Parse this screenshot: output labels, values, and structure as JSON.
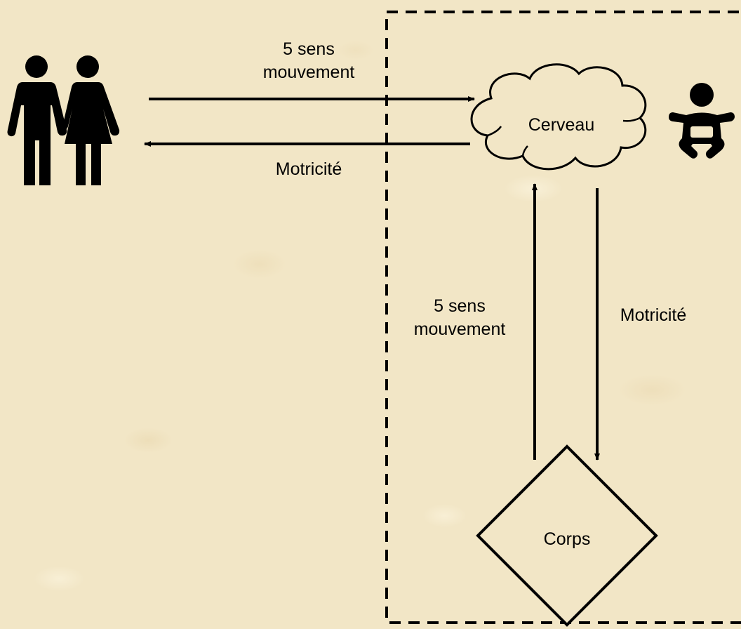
{
  "diagram": {
    "top_arrow_label": {
      "line1": "5 sens",
      "line2": "mouvement"
    },
    "bottom_arrow_label": "Motricité",
    "brain_node_label": "Cerveau",
    "body_node_label": "Corps",
    "up_arrow_label": {
      "line1": "5 sens",
      "line2": "mouvement"
    },
    "down_arrow_label": "Motricité"
  },
  "icons": [
    "couple-icon",
    "baby-icon"
  ],
  "colors": {
    "background": "#f2e6c6",
    "ink": "#000000"
  }
}
